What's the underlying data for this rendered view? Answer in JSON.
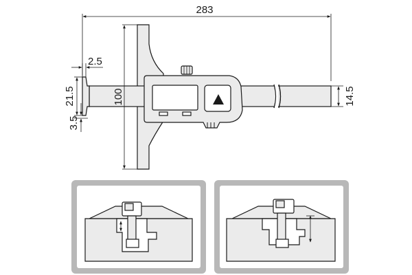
{
  "dimensions": {
    "overall_length": "283",
    "base_thickness": "2.5",
    "base_height": "100",
    "hook_height": "21.5",
    "hook_offset": "3.5",
    "beam_height": "14.5"
  },
  "colors": {
    "line": "#1a1a1a",
    "part_fill": "#ebebeb",
    "panel_frame": "#b8b8b8",
    "panel_fill": "#ffffff"
  },
  "usage_panels": [
    {
      "name": "measure-step-depth",
      "icon": "gauge-on-workpiece-icon"
    },
    {
      "name": "measure-groove-depth",
      "icon": "gauge-on-workpiece-icon"
    }
  ]
}
